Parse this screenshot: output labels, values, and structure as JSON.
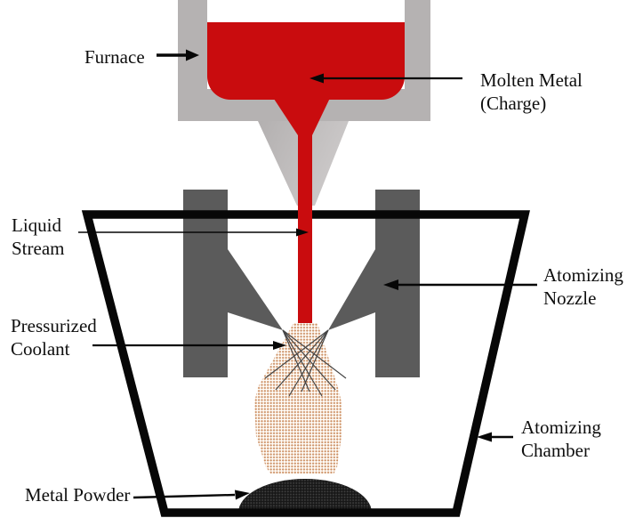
{
  "figure": {
    "labels": {
      "furnace": [
        "Furnace"
      ],
      "molten_metal": [
        "Molten Metal",
        "(Charge)"
      ],
      "liquid_stream": [
        "Liquid",
        "Stream"
      ],
      "atomizing_nozzle": [
        "Atomizing",
        "Nozzle"
      ],
      "pressurized_coolant": [
        "Pressurized",
        "Coolant"
      ],
      "atomizing_chamber": [
        "Atomizing",
        "Chamber"
      ],
      "metal_powder": [
        "Metal Powder"
      ]
    },
    "colors": {
      "molten-red": "#c90c0e",
      "furnace-gray": "#b5b2b2",
      "funnel-gray": "#c3c0c0",
      "nozzle-gray": "#5b5b5b",
      "outline-black": "#070707",
      "text-black": "#0e0e0e",
      "spray-dot": "#cc8f63",
      "spray-bg": "#fffdf9",
      "powder-dark": "#171717",
      "powder-dot": "#3e3e3e"
    }
  }
}
